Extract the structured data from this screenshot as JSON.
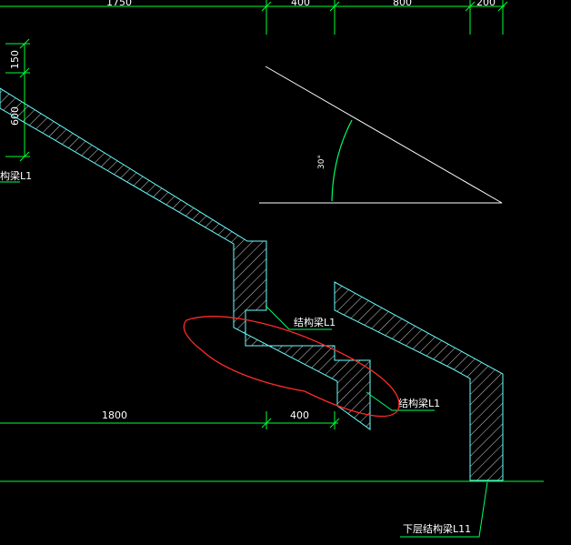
{
  "dimensions": {
    "top": [
      "1750",
      "400",
      "800",
      "200"
    ],
    "left": [
      "150",
      "600"
    ],
    "bottom": [
      "1800",
      "400"
    ]
  },
  "angle_label": "30°",
  "labels": {
    "left_beam": "构梁L1",
    "beam_upper": "结构梁L1",
    "beam_lower": "结构梁L1",
    "lower_beam": "下层结构梁L11"
  },
  "colors": {
    "background": "#000000",
    "outline": "#66ffff",
    "dimension_lines": "#00ff33",
    "leader_lines": "#00ff66",
    "reference_lines": "#ffffff",
    "annotation": "#ff2a2a"
  }
}
